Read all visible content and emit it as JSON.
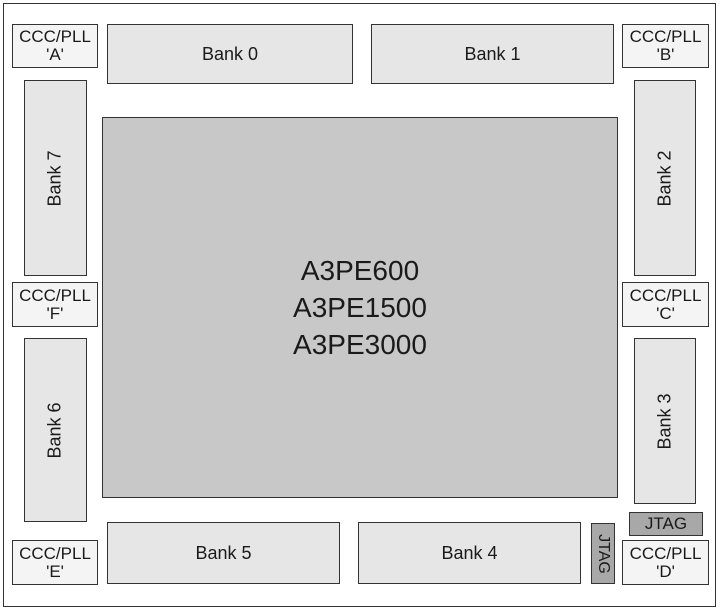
{
  "core": {
    "lines": [
      "A3PE600",
      "A3PE1500",
      "A3PE3000"
    ]
  },
  "banks": {
    "bank0": "Bank 0",
    "bank1": "Bank 1",
    "bank2": "Bank 2",
    "bank3": "Bank 3",
    "bank4": "Bank 4",
    "bank5": "Bank 5",
    "bank6": "Bank 6",
    "bank7": "Bank 7"
  },
  "ccc": {
    "a": {
      "line1": "CCC/PLL",
      "line2": "'A'"
    },
    "b": {
      "line1": "CCC/PLL",
      "line2": "'B'"
    },
    "c": {
      "line1": "CCC/PLL",
      "line2": "'C'"
    },
    "d": {
      "line1": "CCC/PLL",
      "line2": "'D'"
    },
    "e": {
      "line1": "CCC/PLL",
      "line2": "'E'"
    },
    "f": {
      "line1": "CCC/PLL",
      "line2": "'F'"
    }
  },
  "jtag": {
    "horizontal": "JTAG",
    "vertical": "JTAG"
  },
  "colors": {
    "bank_fill": "#e6e6e6",
    "core_fill": "#c8c8c8",
    "jtag_fill": "#a8a8a8",
    "border": "#333333"
  }
}
